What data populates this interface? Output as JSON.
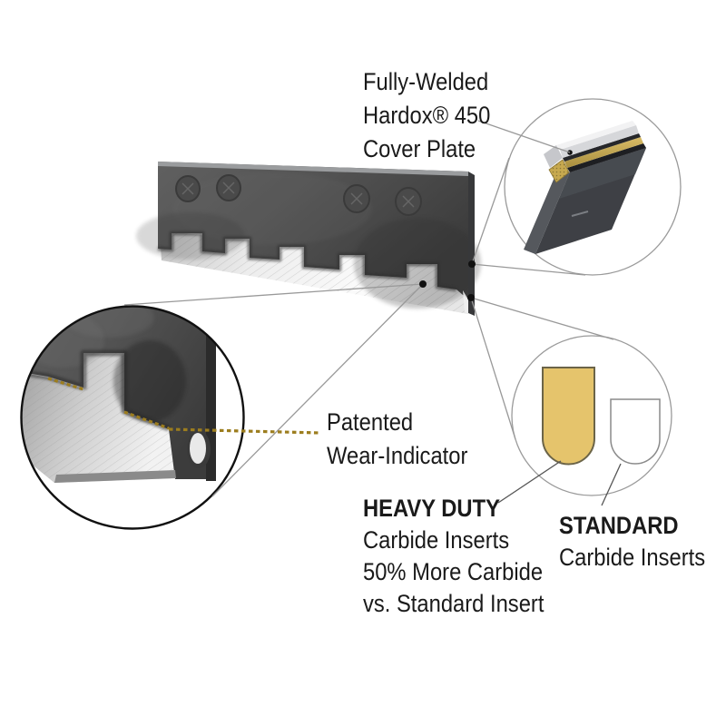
{
  "figure": {
    "description": "Exploded annotation diagram of a serrated carbide-insert wear blade",
    "detail_views": [
      "cover-plate-3d-view",
      "tooth-zoom-photo",
      "insert-comparison"
    ]
  },
  "callouts": {
    "cover_plate": {
      "lines": [
        "Fully-Welded",
        "Hardox® 450",
        "Cover Plate"
      ]
    },
    "wear_indicator": {
      "lines": [
        "Patented",
        "Wear-Indicator"
      ]
    },
    "heavy_duty": {
      "title": "HEAVY DUTY",
      "lines": [
        "Carbide Inserts",
        "50% More Carbide",
        "vs. Standard Insert"
      ]
    },
    "standard": {
      "title": "STANDARD",
      "lines": [
        "Carbide Inserts"
      ]
    }
  },
  "colors": {
    "carbide_gold": "#e5c46c",
    "carbide_gold_stroke": "#6b6448",
    "wear_indicator_gold": "#9c7d1e",
    "leader_line": "#999999",
    "plate_grey": "#4f4f4f",
    "text": "#1a1a1a"
  }
}
